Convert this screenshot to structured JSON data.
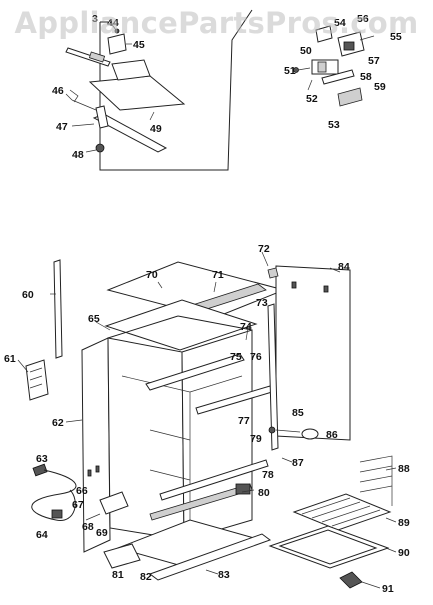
{
  "watermark": "AppliancePartsPros.com",
  "labels": [
    "44",
    "45",
    "46",
    "47",
    "48",
    "49",
    "50",
    "51",
    "52",
    "53",
    "54",
    "55",
    "56",
    "57",
    "58",
    "59",
    "60",
    "61",
    "62",
    "63",
    "64",
    "65",
    "66",
    "67",
    "68",
    "69",
    "70",
    "71",
    "72",
    "73",
    "74",
    "75",
    "76",
    "77",
    "78",
    "79",
    "80",
    "81",
    "82",
    "83",
    "84",
    "85",
    "86",
    "87",
    "88",
    "89",
    "90",
    "91"
  ],
  "unlabeled_mark": "3"
}
